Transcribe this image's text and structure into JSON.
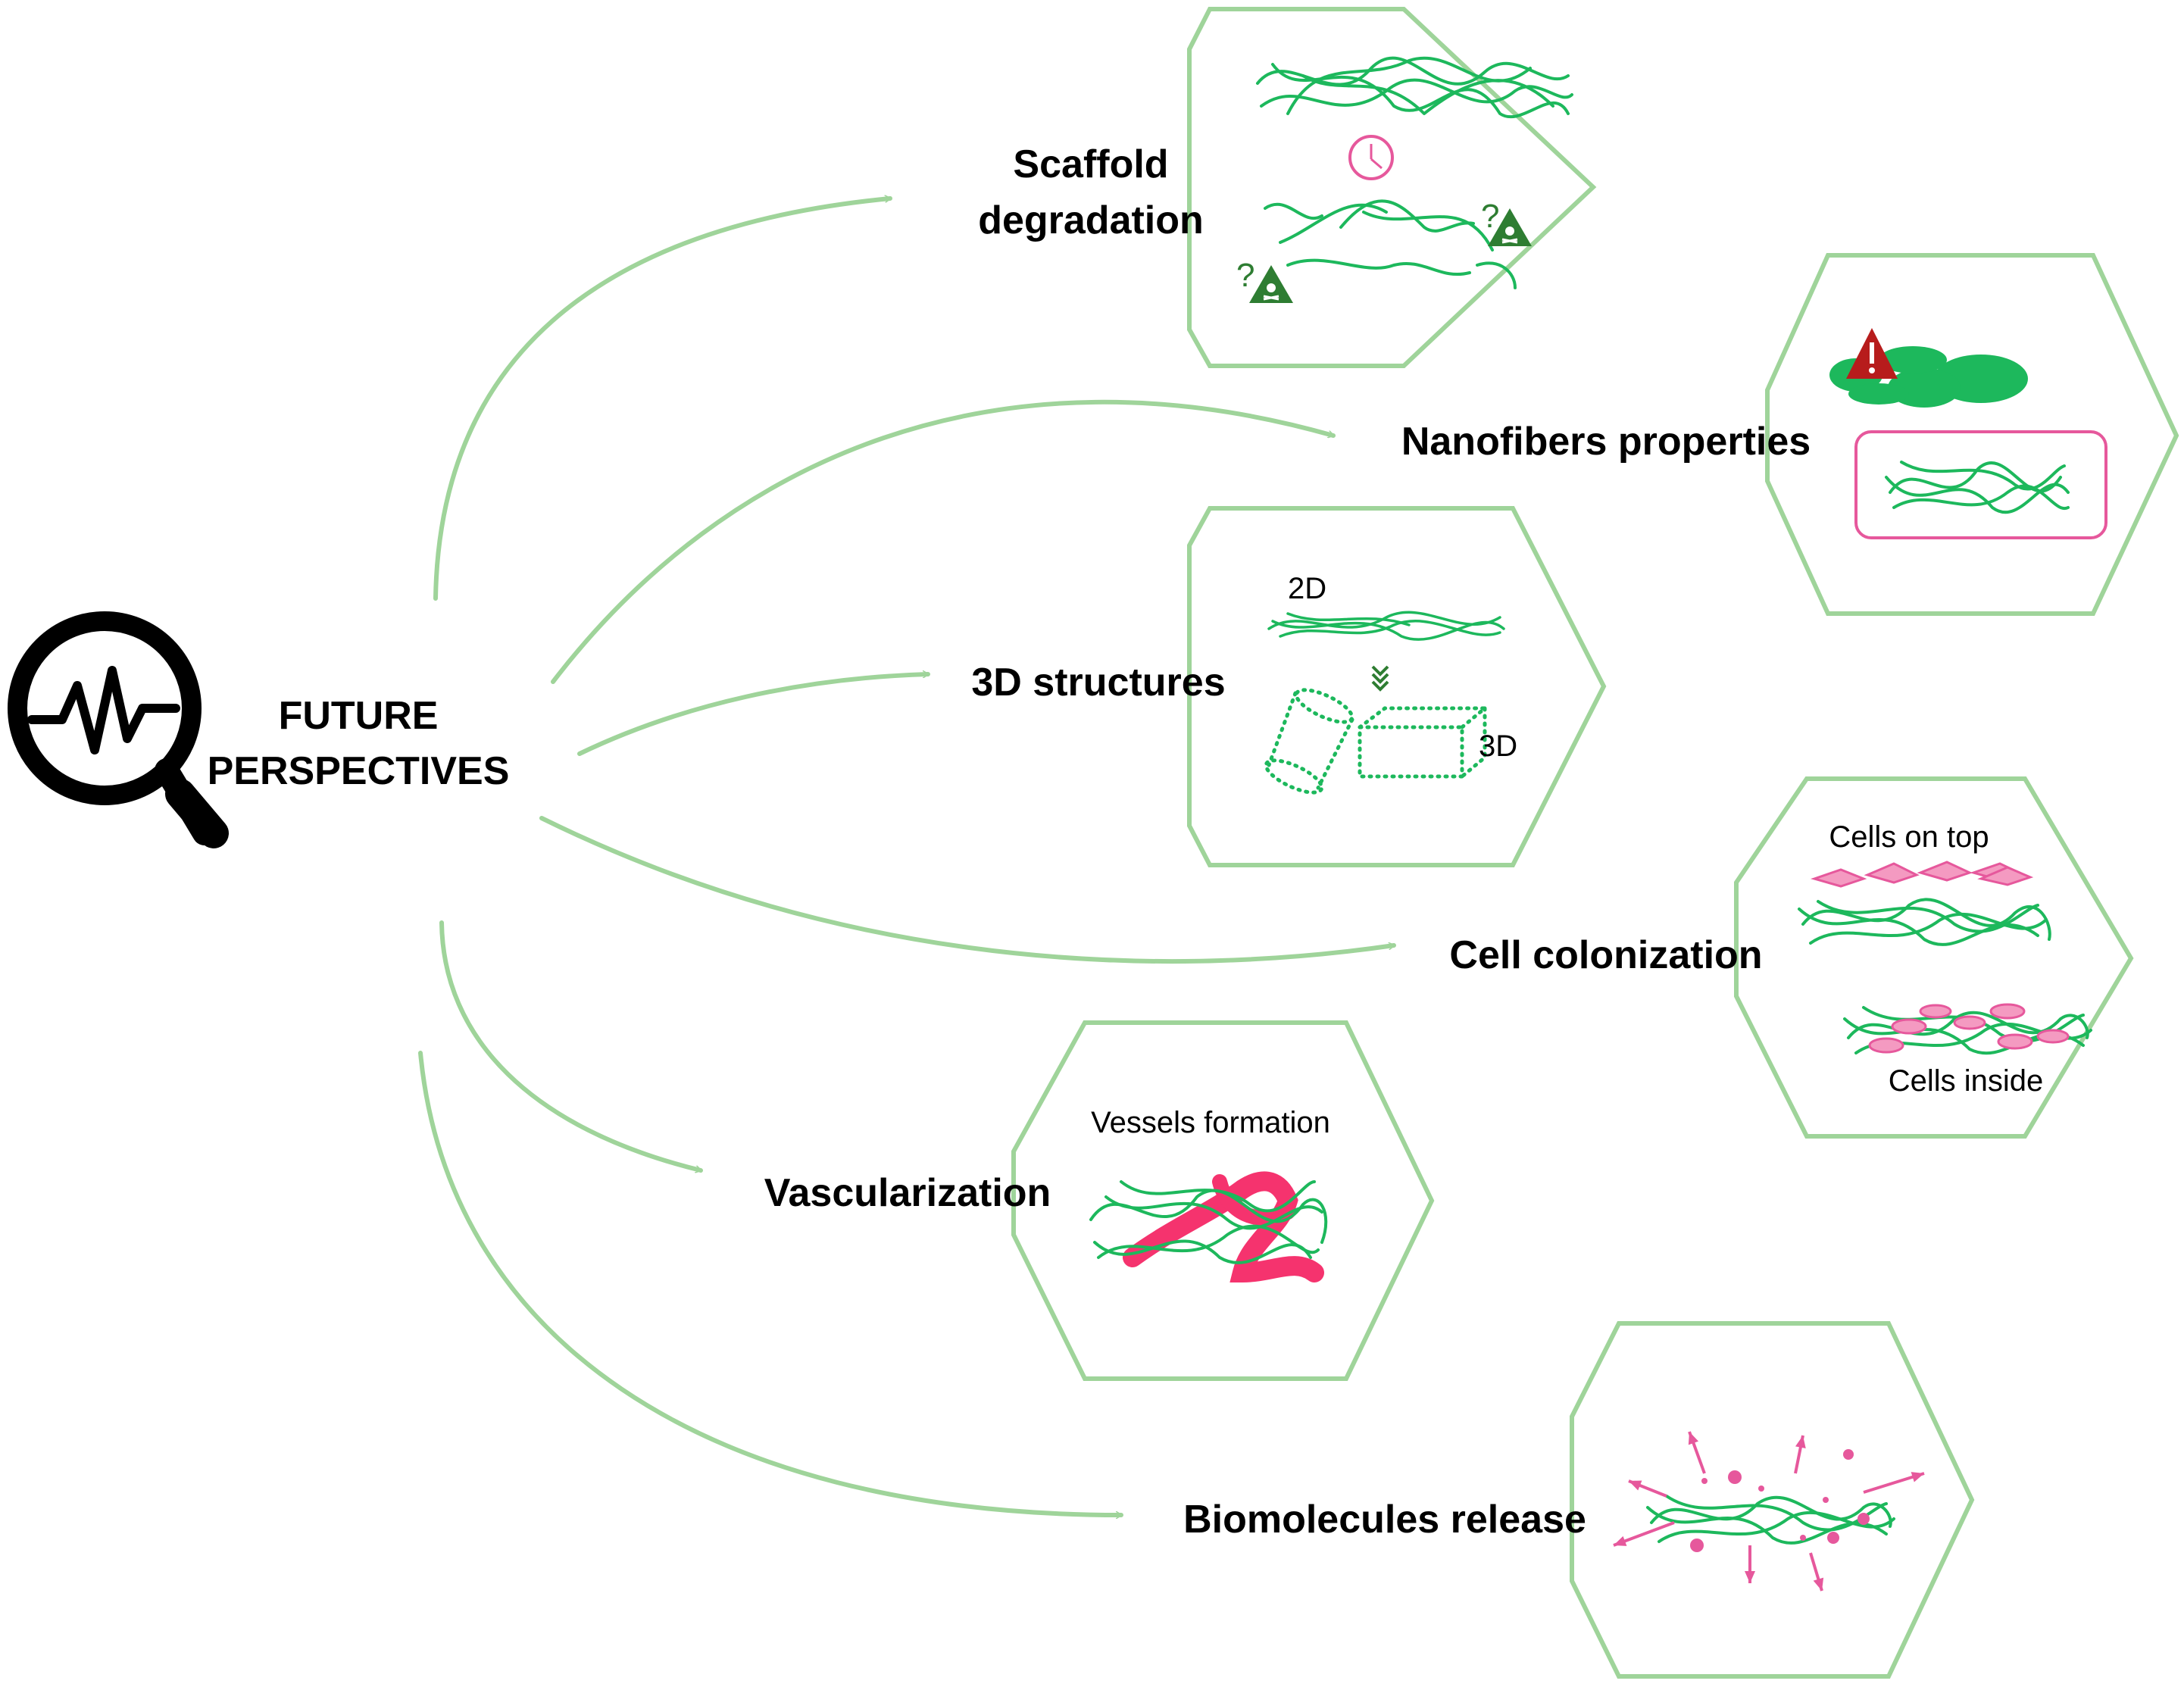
{
  "center": {
    "line1": "FUTURE",
    "line2": "PERSPECTIVES",
    "icon": "magnifier-pulse-icon"
  },
  "topics": {
    "scaffold": {
      "line1": "Scaffold",
      "line2": "degradation",
      "q1": "?",
      "q2": "?"
    },
    "nanofibers": {
      "title": "Nanofibers properties"
    },
    "structures": {
      "title": "3D structures",
      "label_2d": "2D",
      "label_3d": "3D"
    },
    "colonization": {
      "title": "Cell colonization",
      "label_top": "Cells on top",
      "label_inside": "Cells inside"
    },
    "vascularization": {
      "title": "Vascularization",
      "label": "Vessels formation"
    },
    "biomolecules": {
      "title": "Biomolecules release"
    }
  },
  "colors": {
    "arrow": "#9fd49a",
    "hex_border": "#9fd49a",
    "fiber": "#1db85c",
    "pink": "#e6589c",
    "vessel": "#f5336e",
    "warning_red": "#b71c1c",
    "toxic_green": "#2e7d32"
  }
}
